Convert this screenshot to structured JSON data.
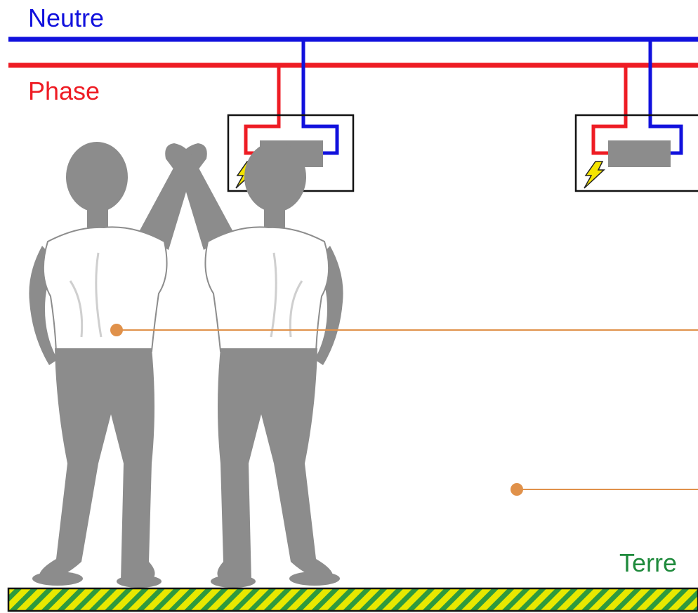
{
  "labels": {
    "neutral": "Neutre",
    "phase": "Phase",
    "earth": "Terre"
  },
  "colors": {
    "neutral": "#1111dd",
    "phase": "#ee1c24",
    "earth": "#1f8a3c",
    "silhouette": "#8c8c8c",
    "shirt": "#ffffff",
    "contact_point": "#e0914a",
    "fault_icon": "#f4e400",
    "ground_stripe_a": "#e8e800",
    "ground_stripe_b": "#2e9a3e"
  },
  "icons": {
    "fault": "lightning-bolt-icon",
    "ground": "hatched-ground-strip"
  }
}
